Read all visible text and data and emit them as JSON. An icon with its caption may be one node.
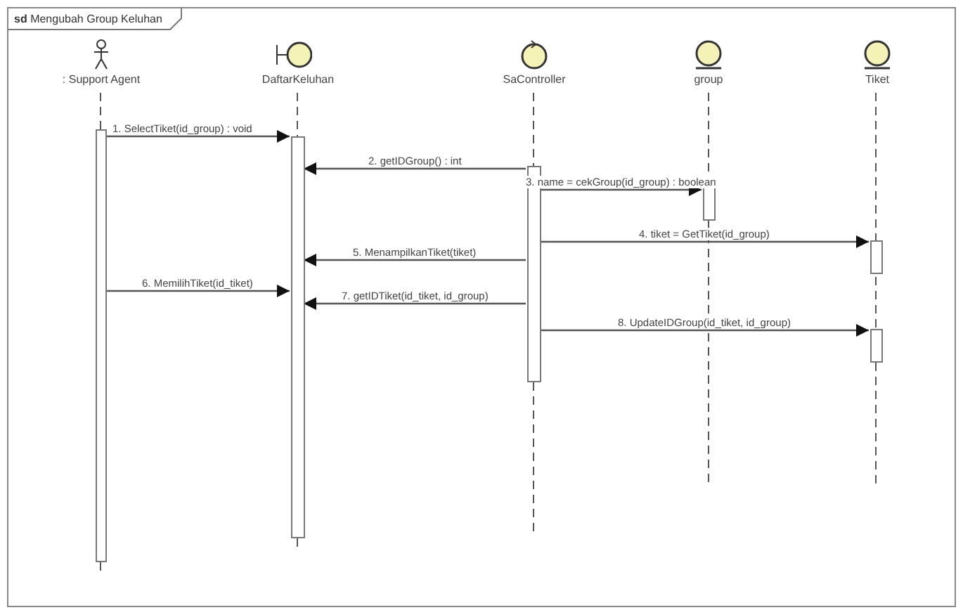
{
  "diagram": {
    "nodes": [
      {
        "text": [
          "**sd** Mengubah Group Keluhan"
        ]
      },
      {
        "text": [
          ": Support Agent"
        ],
        "in": 0
      },
      {
        "text": [
          "DaftarKeluhan"
        ],
        "in": 0
      },
      {
        "text": [
          "SaController"
        ],
        "in": 0
      },
      {
        "text": [
          "group"
        ],
        "in": 0
      },
      {
        "text": [
          "Tiket"
        ],
        "in": 0
      },
      {
        "text": [],
        "shape": "bar",
        "in": 0
      },
      {
        "text": [],
        "shape": "bar",
        "in": 0
      },
      {
        "text": [],
        "shape": "bar",
        "in": 0
      },
      {
        "text": [],
        "shape": "bar",
        "in": 0
      },
      {
        "text": [],
        "shape": "bar",
        "in": 0
      },
      {
        "text": [],
        "shape": "bar",
        "in": 0
      }
    ],
    "edges": [
      {
        "from": 6,
        "to": 7,
        "arrow": "to",
        "label": "1. SelectTiket(id_group) : void"
      },
      {
        "from": 8,
        "to": 7,
        "arrow": "to",
        "label": "2. getIDGroup() : int"
      },
      {
        "from": 8,
        "to": 9,
        "arrow": "to",
        "label": "3. name = cekGroup(id_group) : boolean"
      },
      {
        "from": 8,
        "to": 10,
        "arrow": "to",
        "label": "4. tiket = GetTiket(id_group)"
      },
      {
        "from": 8,
        "to": 7,
        "arrow": "to",
        "label": "5. MenampilkanTiket(tiket)"
      },
      {
        "from": 6,
        "to": 7,
        "arrow": "to",
        "label": "6. MemilihTiket(id_tiket)"
      },
      {
        "from": 8,
        "to": 7,
        "arrow": "to",
        "label": "7. getIDTiket(id_tiket, id_group)"
      },
      {
        "from": 8,
        "to": 11,
        "arrow": "to",
        "label": "8. UpdateIDGroup(id_tiket, id_group)"
      },
      {
        "from": 1,
        "to": 6,
        "arrow": "none",
        "style": "dashed"
      },
      {
        "from": 2,
        "to": 7,
        "arrow": "none",
        "style": "dashed"
      },
      {
        "from": 3,
        "to": 8,
        "arrow": "none",
        "style": "dashed"
      },
      {
        "from": 4,
        "to": 9,
        "arrow": "none",
        "style": "dashed"
      },
      {
        "from": 5,
        "to": 10,
        "arrow": "none",
        "style": "dashed"
      },
      {
        "from": 10,
        "to": 11,
        "arrow": "none",
        "style": "dashed"
      }
    ]
  }
}
